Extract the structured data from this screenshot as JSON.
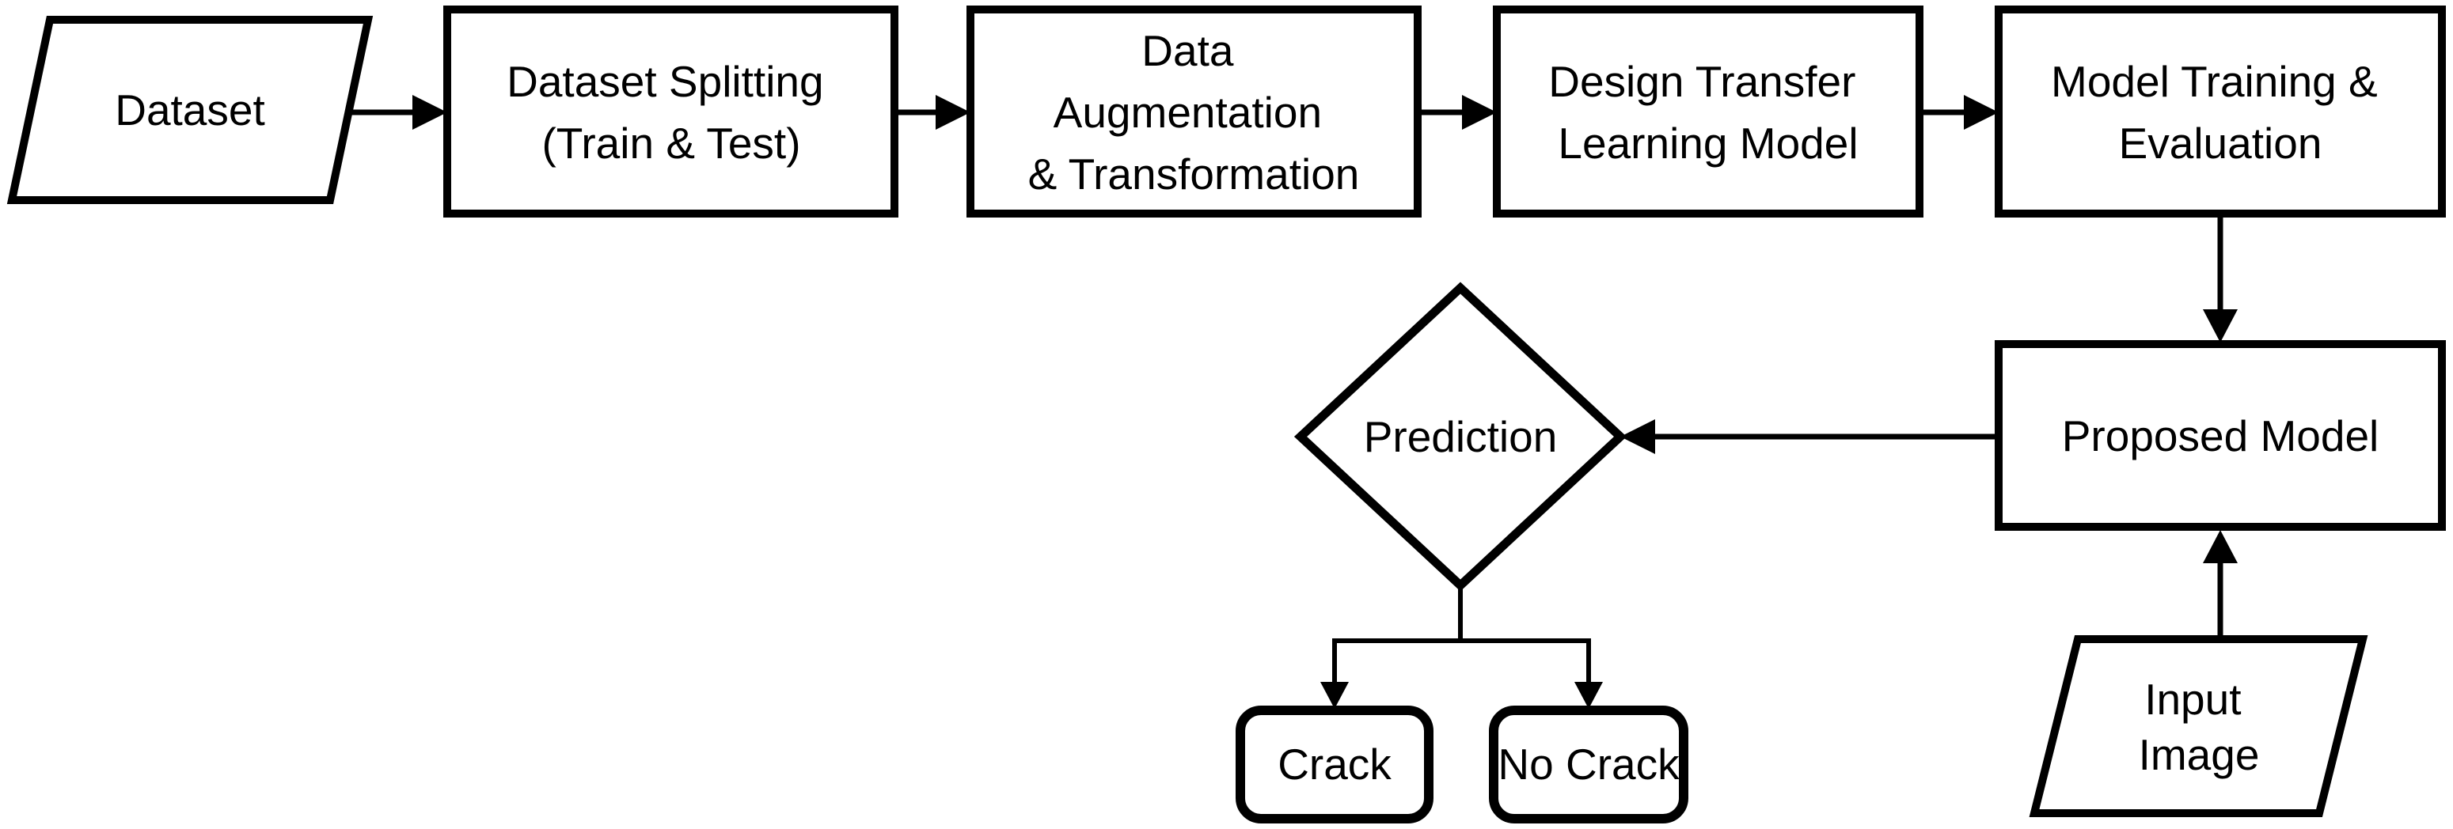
{
  "diagram": {
    "type": "flowchart",
    "description": "Crack detection transfer-learning pipeline flowchart"
  },
  "colors": {
    "stroke": "#000000",
    "fill": "#ffffff",
    "background": "#ffffff",
    "text": "#000000"
  },
  "nodes": {
    "dataset": {
      "shape": "parallelogram",
      "label": "Dataset"
    },
    "dataset_splitting": {
      "shape": "process",
      "lines": [
        "Dataset Splitting",
        "(Train & Test)"
      ]
    },
    "data_augmentation": {
      "shape": "process",
      "lines": [
        "Data",
        "Augmentation",
        "& Transformation"
      ]
    },
    "design_transfer": {
      "shape": "process",
      "lines": [
        "Design Transfer",
        "Learning Model"
      ]
    },
    "model_training": {
      "shape": "process",
      "lines": [
        "Model Training &",
        "Evaluation"
      ]
    },
    "proposed_model": {
      "shape": "process",
      "label": "Proposed Model"
    },
    "prediction": {
      "shape": "decision",
      "label": "Prediction"
    },
    "crack": {
      "shape": "terminal",
      "label": "Crack"
    },
    "no_crack": {
      "shape": "terminal",
      "label": "No Crack"
    },
    "input_image": {
      "shape": "parallelogram",
      "lines": [
        "Input",
        "Image"
      ]
    }
  },
  "edges": [
    {
      "from": "dataset",
      "to": "dataset_splitting"
    },
    {
      "from": "dataset_splitting",
      "to": "data_augmentation"
    },
    {
      "from": "data_augmentation",
      "to": "design_transfer"
    },
    {
      "from": "design_transfer",
      "to": "model_training"
    },
    {
      "from": "model_training",
      "to": "proposed_model"
    },
    {
      "from": "proposed_model",
      "to": "prediction"
    },
    {
      "from": "prediction",
      "to": "crack"
    },
    {
      "from": "prediction",
      "to": "no_crack"
    },
    {
      "from": "input_image",
      "to": "proposed_model"
    }
  ]
}
